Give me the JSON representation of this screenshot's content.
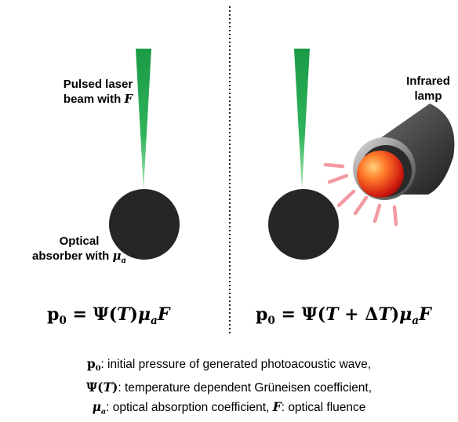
{
  "left_panel": {
    "laser_label_1": "Pulsed laser",
    "laser_label_2": "beam with",
    "laser_symbol": "F",
    "absorber_label_1": "Optical",
    "absorber_label_2": "absorber with",
    "absorber_symbol": "μ",
    "absorber_subscript": "a",
    "equation": {
      "p": "p",
      "p_sub": "0",
      "eq": " = Ψ(",
      "T": "T",
      "close": ")",
      "mu": "μ",
      "mu_sub": "a",
      "F": "F"
    }
  },
  "right_panel": {
    "lamp_label_1": "Infrared",
    "lamp_label_2": "lamp",
    "equation": {
      "p": "p",
      "p_sub": "0",
      "eq": " = Ψ(",
      "T": "T",
      "plus": " + Δ",
      "T2": "T",
      "close": ")",
      "mu": "μ",
      "mu_sub": "a",
      "F": "F"
    }
  },
  "legend": {
    "line1_sym": "p",
    "line1_sub": "0",
    "line1_text": ": initial pressure of generated photoacoustic wave,",
    "line2_sym": "Ψ(",
    "line2_T": "T",
    "line2_close": ")",
    "line2_text": ": temperature dependent Grüneisen coefficient,",
    "line3_sym": "μ",
    "line3_sub": "a",
    "line3_text": ": optical absorption coefficient, ",
    "line3_F": "F",
    "line3_text2": ": optical fluence"
  },
  "colors": {
    "beam_top": "#1fa04a",
    "beam_bottom": "#9ee0a8",
    "absorber": "#262626",
    "divider": "#222222",
    "lamp_body": "#3a3a3a",
    "bulb_core": "#ff6a2a",
    "bulb_edge": "#b31010",
    "rays": "#f39aa0"
  }
}
